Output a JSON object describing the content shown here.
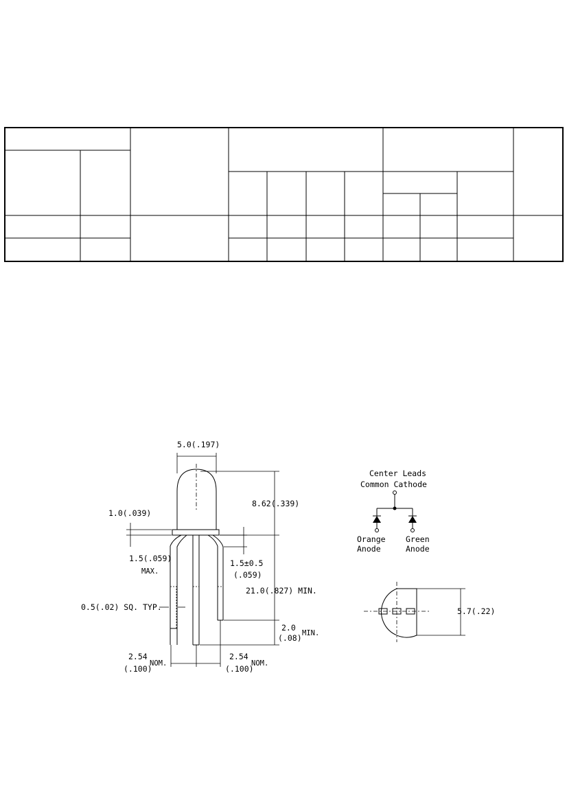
{
  "spec_table": {
    "note": "",
    "rows": [
      {
        "cells": [
          "",
          "",
          "",
          "",
          "",
          "",
          "",
          "",
          "",
          "",
          ""
        ]
      },
      {
        "cells": [
          "",
          "",
          "",
          "",
          "",
          "",
          "",
          "",
          "",
          "",
          ""
        ]
      }
    ]
  },
  "package_drawing": {
    "lens_diameter": "5.0(.197)",
    "lens_height": "8.62(.339)",
    "flange_thickness": "1.0(.039)",
    "flange_max_1": "1.5(.059)",
    "flange_max_2": "MAX.",
    "standoff_1": "1.5±0.5",
    "standoff_2": "(.059)",
    "lead_length": "21.0(.827)  MIN.",
    "lead_square": "0.5(.02)  SQ.  TYP.",
    "lead_offset_1": "2.0",
    "lead_offset_2": "(.08)",
    "lead_offset_min": "MIN.",
    "pitch_left_1": "2.54",
    "pitch_left_2": "(.100)",
    "pitch_left_nom": "NOM.",
    "pitch_right_1": "2.54",
    "pitch_right_2": "(.100)",
    "pitch_right_nom": "NOM."
  },
  "schematic": {
    "title_line1": "Center  Leads",
    "title_line2": "Common  Cathode",
    "left_label_1": "Orange",
    "left_label_2": "Anode",
    "right_label_1": "Green",
    "right_label_2": "Anode"
  },
  "bottom_view": {
    "width_dim": "5.7(.22)"
  }
}
